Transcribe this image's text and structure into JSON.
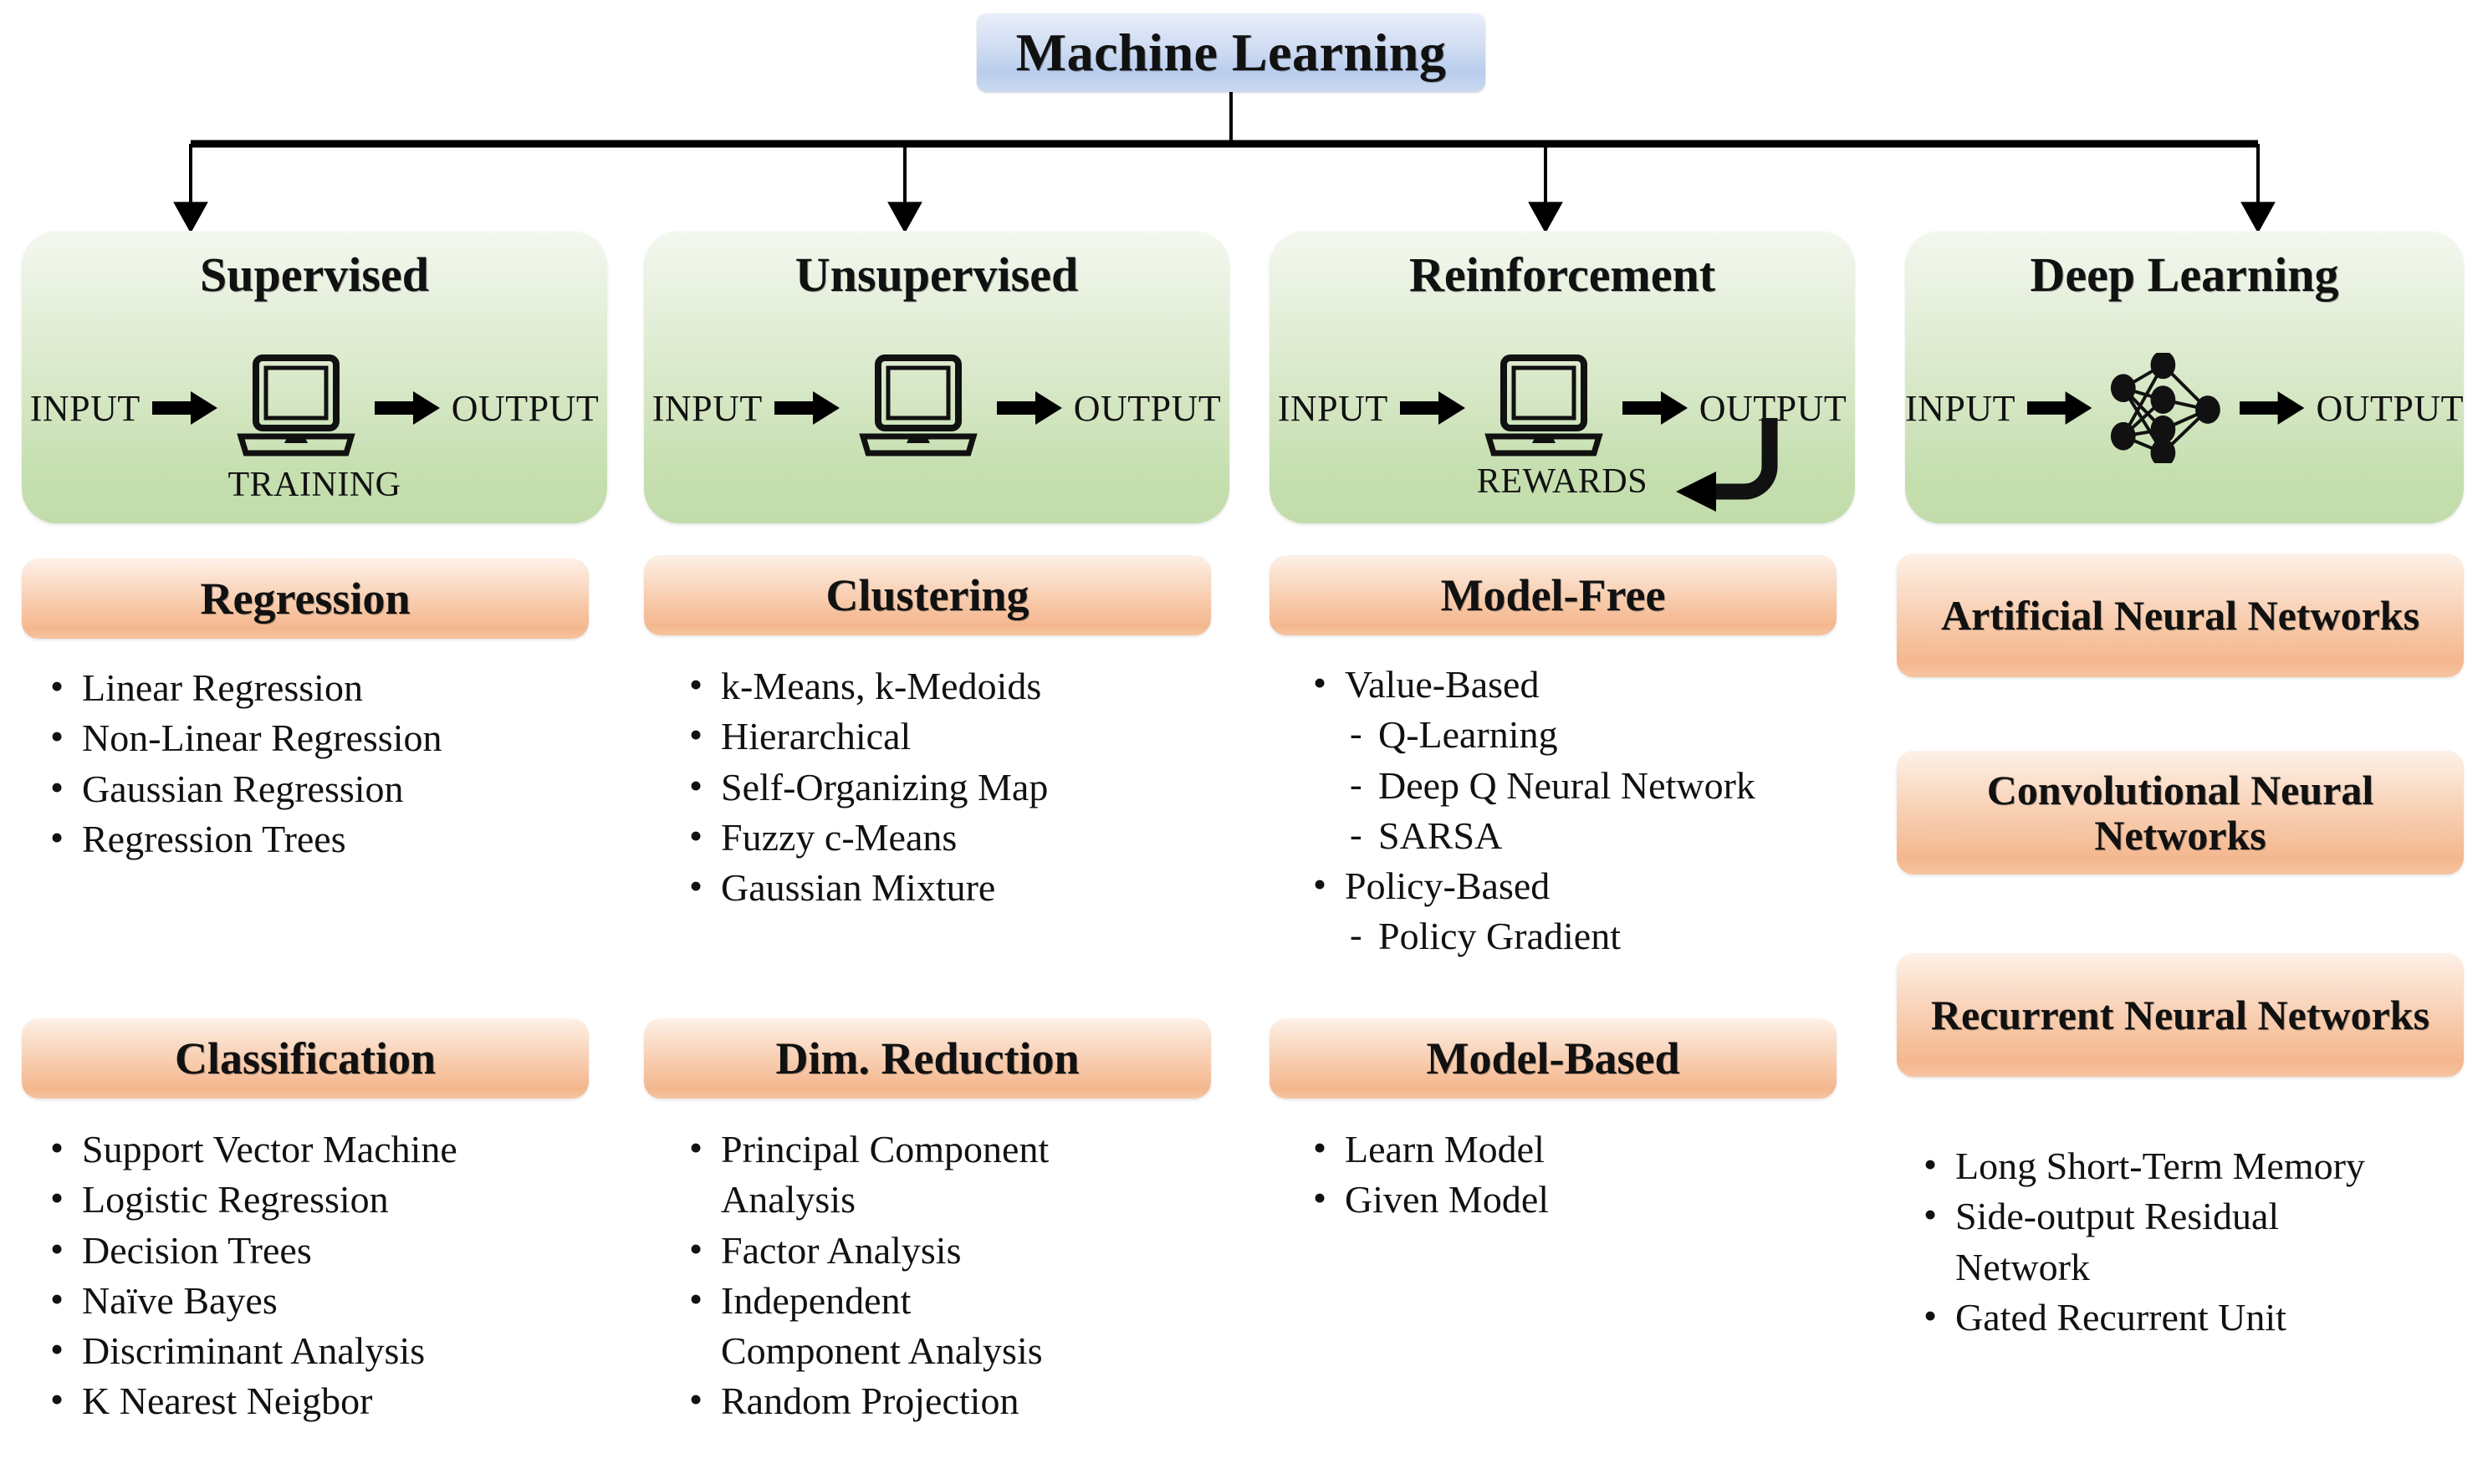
{
  "root": {
    "label": "Machine Learning"
  },
  "io": {
    "input": "INPUT",
    "output": "OUTPUT",
    "training": "TRAINING",
    "rewards": "REWARDS"
  },
  "columns": [
    {
      "title": "Supervised",
      "caption": "TRAINING",
      "icon": "laptop-icon",
      "groups": [
        {
          "header": "Regression",
          "items": [
            {
              "text": "Linear Regression",
              "level": 1
            },
            {
              "text": "Non-Linear Regression",
              "level": 1
            },
            {
              "text": "Gaussian Regression",
              "level": 1
            },
            {
              "text": "Regression Trees",
              "level": 1
            }
          ]
        },
        {
          "header": "Classification",
          "items": [
            {
              "text": "Support Vector Machine",
              "level": 1
            },
            {
              "text": "Logistic Regression",
              "level": 1
            },
            {
              "text": "Decision Trees",
              "level": 1
            },
            {
              "text": "Naïve Bayes",
              "level": 1
            },
            {
              "text": "Discriminant Analysis",
              "level": 1
            },
            {
              "text": "K Nearest Neigbor",
              "level": 1
            }
          ]
        }
      ]
    },
    {
      "title": "Unsupervised",
      "caption": "",
      "icon": "laptop-icon",
      "groups": [
        {
          "header": "Clustering",
          "items": [
            {
              "text": "k-Means, k-Medoids",
              "level": 1
            },
            {
              "text": "Hierarchical",
              "level": 1
            },
            {
              "text": "Self-Organizing Map",
              "level": 1
            },
            {
              "text": "Fuzzy c-Means",
              "level": 1
            },
            {
              "text": "Gaussian Mixture",
              "level": 1
            }
          ]
        },
        {
          "header": "Dim. Reduction",
          "items": [
            {
              "text": "Principal Component",
              "level": 1
            },
            {
              "text": "Analysis",
              "level": 0
            },
            {
              "text": "Factor Analysis",
              "level": 1
            },
            {
              "text": "Independent",
              "level": 1
            },
            {
              "text": "Component Analysis",
              "level": 0
            },
            {
              "text": "Random Projection",
              "level": 1
            }
          ]
        }
      ]
    },
    {
      "title": "Reinforcement",
      "caption": "REWARDS",
      "icon": "laptop-icon",
      "groups": [
        {
          "header": "Model-Free",
          "items": [
            {
              "text": "Value-Based",
              "level": 1
            },
            {
              "text": "Q-Learning",
              "level": 2
            },
            {
              "text": "Deep Q Neural Network",
              "level": 2
            },
            {
              "text": "SARSA",
              "level": 2
            },
            {
              "text": "Policy-Based",
              "level": 1
            },
            {
              "text": "Policy Gradient",
              "level": 2
            }
          ]
        },
        {
          "header": "Model-Based",
          "items": [
            {
              "text": "Learn Model",
              "level": 1
            },
            {
              "text": "Given Model",
              "level": 1
            }
          ]
        }
      ]
    },
    {
      "title": "Deep Learning",
      "caption": "",
      "icon": "neural-network-icon",
      "groups": [
        {
          "header": "Artificial Neural Networks",
          "items": []
        },
        {
          "header": "Convolutional Neural Networks",
          "items": []
        },
        {
          "header": "Recurrent Neural Networks",
          "items": [
            {
              "text": "Long Short-Term Memory",
              "level": 1
            },
            {
              "text": "Side-output Residual",
              "level": 1
            },
            {
              "text": "Network",
              "level": 0
            },
            {
              "text": "Gated Recurrent Unit",
              "level": 1
            }
          ]
        }
      ]
    }
  ],
  "colors": {
    "root_fill": "#b9cdee",
    "category_fill": "#c6dfb0",
    "group_fill": "#f4b78e",
    "line": "#000000",
    "text": "#111111",
    "background": "#ffffff"
  }
}
